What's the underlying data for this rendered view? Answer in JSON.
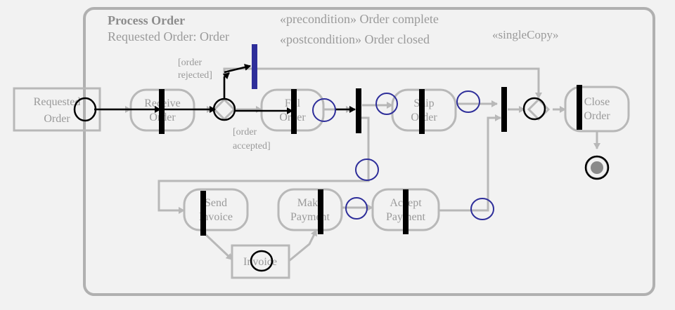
{
  "activity": {
    "title": "Process Order",
    "parameter": "Requested Order: Order",
    "precondition": "«precondition» Order complete",
    "postcondition": "«postcondition» Order closed",
    "single_copy": "«singleCopy»"
  },
  "nodes": {
    "requested_order": [
      "Requested",
      "Order"
    ],
    "receive_order": [
      "Receive",
      "Order"
    ],
    "fill_order": [
      "Fill",
      "Order"
    ],
    "ship_order": [
      "Ship",
      "Order"
    ],
    "close_order": [
      "Close",
      "Order"
    ],
    "send_invoice": [
      "Send",
      "Invoice"
    ],
    "make_payment": [
      "Make",
      "Payment"
    ],
    "accept_payment": [
      "Accept",
      "Payment"
    ],
    "invoice": "Invoice"
  },
  "guards": {
    "order_rejected": [
      "[order",
      "rejected]"
    ],
    "order_accepted": [
      "[order",
      "accepted]"
    ]
  },
  "colors": {
    "background": "#f2f2f2",
    "frame": "#b0b0b0",
    "gray_line": "#b8b8b8",
    "gray_text": "#9a9a9a",
    "black_overlay": "#000000",
    "blue_overlay": "#2e2e9a"
  }
}
